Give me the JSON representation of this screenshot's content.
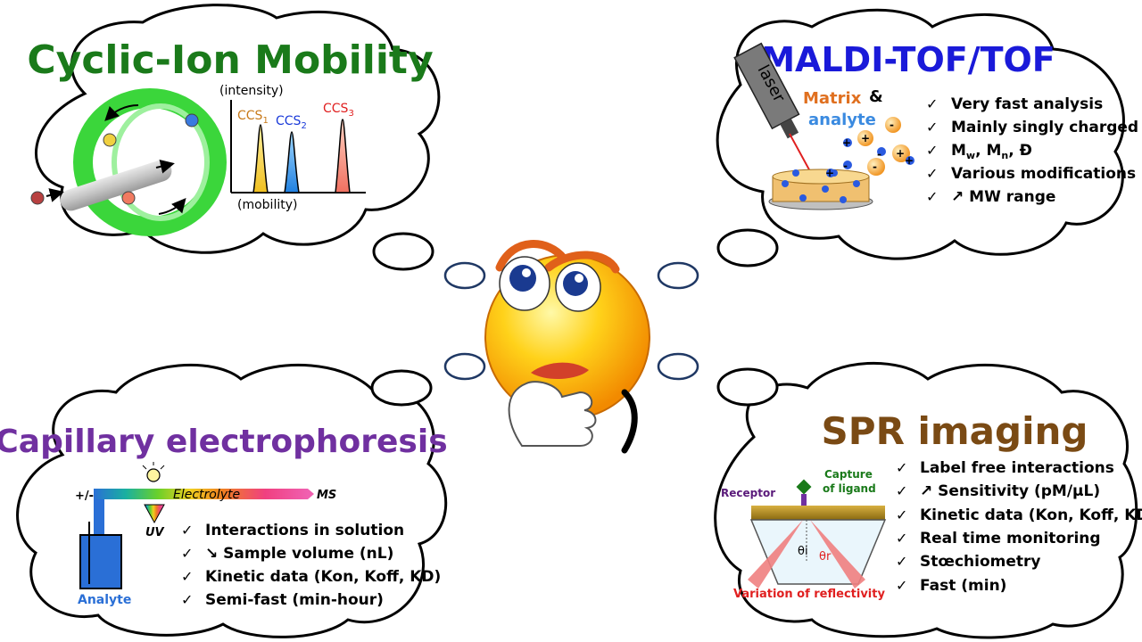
{
  "colors": {
    "cim_title": "#1a7a1a",
    "maldi_title": "#1a1ad9",
    "ce_title": "#7030a0",
    "spr_title": "#7a4a14",
    "ring_green": "#3bd63b",
    "ccs1": "#c87a1a",
    "ccs2": "#1a3ad9",
    "ccs3": "#e02020"
  },
  "cim": {
    "title": "Cyclic-Ion Mobility",
    "y_label": "(intensity)",
    "x_label": "(mobility)",
    "peaks": [
      {
        "label": "CCS",
        "sub": "1"
      },
      {
        "label": "CCS",
        "sub": "2"
      },
      {
        "label": "CCS",
        "sub": "3"
      }
    ]
  },
  "maldi": {
    "title": "MALDI-TOF/TOF",
    "laser": "laser",
    "matrix": "Matrix",
    "amp": "&",
    "analyte": "analyte",
    "bullets": [
      {
        "check": "✓",
        "text": "Very fast analysis"
      },
      {
        "check": "✓",
        "text": "Mainly singly charged"
      },
      {
        "check": "✓",
        "text": "Mw, Mn, Đ"
      },
      {
        "check": "✓",
        "text": "Various modifications"
      },
      {
        "check": "✓",
        "text": "↗ MW range"
      }
    ],
    "mw_parts": {
      "m1": "M",
      "s1": "w",
      "sep1": ", M",
      "s2": "n",
      "sep2": ", Đ"
    }
  },
  "ce": {
    "title": "Capillary electrophoresis",
    "pm": "+/-",
    "electrolyte": "Electrolyte",
    "ms": "MS",
    "uv": "UV",
    "analyte": "Analyte",
    "bullets": [
      {
        "check": "✓",
        "text": "Interactions in solution"
      },
      {
        "check": "✓",
        "text": "↘ Sample volume (nL)"
      },
      {
        "check": "✓",
        "text": "Kinetic data (Kon, Koff, KD)"
      },
      {
        "check": "✓",
        "text": "Semi-fast (min-hour)"
      }
    ]
  },
  "spr": {
    "title": "SPR imaging",
    "capture": "Capture",
    "of_ligand": "of ligand",
    "receptor": "Receptor",
    "theta_i": "θi",
    "theta_r": "θr",
    "variation": "Variation of reflectivity",
    "bullets": [
      {
        "check": "✓",
        "text": "Label free interactions"
      },
      {
        "check": "✓",
        "text": "↗ Sensitivity (pM/µL)"
      },
      {
        "check": "✓",
        "text": "Kinetic data (Kon, Koff, KD)"
      },
      {
        "check": "✓",
        "text": "Real time monitoring"
      },
      {
        "check": "✓",
        "text": "Stœchiometry"
      },
      {
        "check": "✓",
        "text": "Fast (min)"
      }
    ]
  }
}
